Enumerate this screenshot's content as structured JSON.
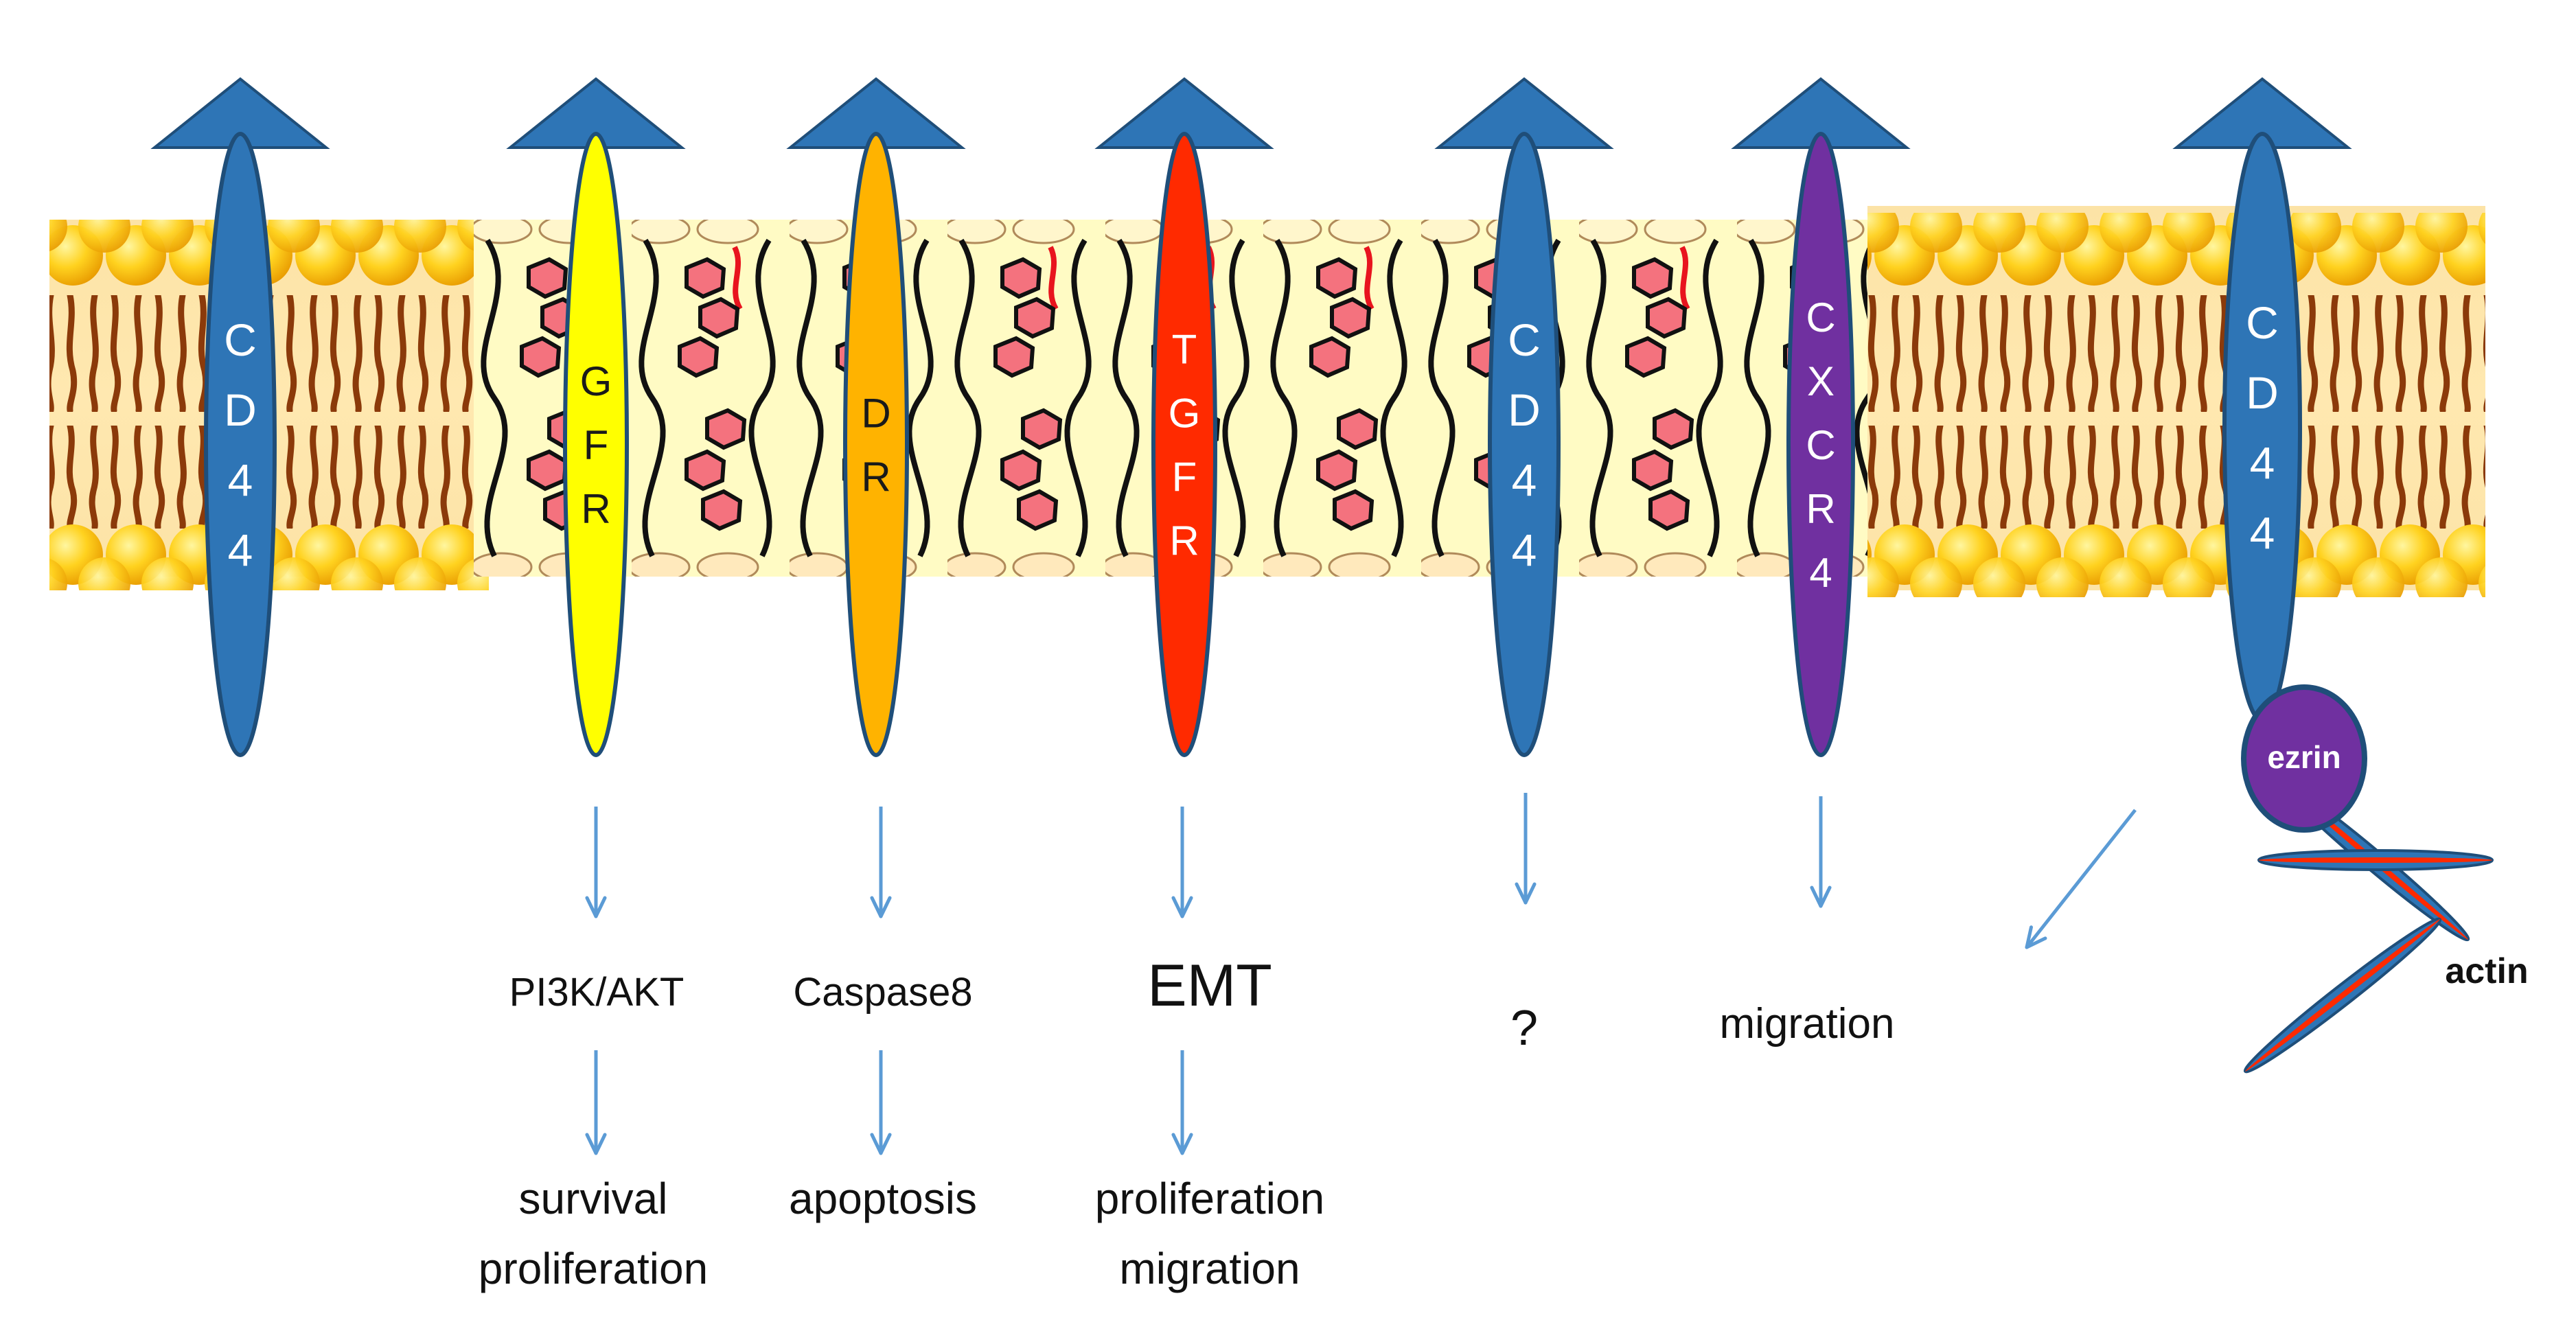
{
  "colors": {
    "blue": "#2E75B6",
    "blue_dark": "#1F4E79",
    "yellow": "#FFFF00",
    "orange": "#FFB300",
    "red": "#FF2A00",
    "purple": "#7030A0",
    "arrow": "#5B9BD5",
    "head": "#FFD21F",
    "head_dark": "#E89A00",
    "raft": "#FFFBC4",
    "chol": "#F4727E",
    "tail": "#8B3A0A"
  },
  "receptors": [
    {
      "id": "cd44-1",
      "label": "CD44",
      "color": "#2E75B6",
      "text_color": "#ffffff"
    },
    {
      "id": "gfr",
      "label": "GFR",
      "color": "#FFFF00",
      "text_color": "#1a1a1a"
    },
    {
      "id": "dr",
      "label": "DR",
      "color": "#FFB300",
      "text_color": "#1a1a1a"
    },
    {
      "id": "tgfr",
      "label": "TGFR",
      "color": "#FF2A00",
      "text_color": "#ffffff"
    },
    {
      "id": "cd44-2",
      "label": "CD44",
      "color": "#2E75B6",
      "text_color": "#ffffff"
    },
    {
      "id": "cxcr4",
      "label": "CXCR4",
      "color": "#7030A0",
      "text_color": "#ffffff"
    },
    {
      "id": "cd44-3",
      "label": "CD44",
      "color": "#2E75B6",
      "text_color": "#ffffff"
    }
  ],
  "pathways": {
    "gfr": {
      "step1": "PI3K/AKT",
      "out1": "survival",
      "out2": "proliferation"
    },
    "dr": {
      "step1": "Caspase8",
      "out1": "apoptosis"
    },
    "tgfr": {
      "step1": "EMT",
      "out1": "proliferation",
      "out2": "migration"
    },
    "cd44": {
      "step1": "?"
    },
    "cxcr4": {
      "step1": "migration"
    }
  },
  "cytoskeleton": {
    "ezrin_label": "ezrin",
    "actin_label": "actin"
  }
}
